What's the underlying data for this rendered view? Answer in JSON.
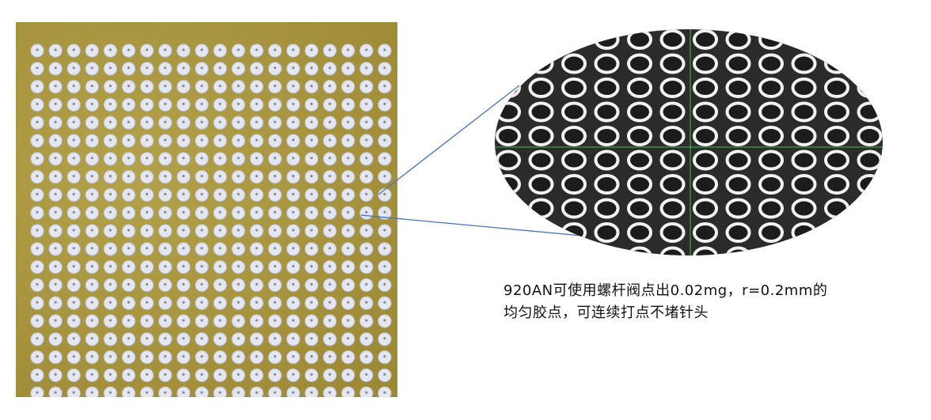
{
  "caption": {
    "line1": "920AN可使用螺杆阀点出0.02mg，r=0.2mm的",
    "line2": "均匀胶点，可连续打点不堵针头"
  },
  "board": {
    "rows": 20,
    "cols": 20,
    "substrate_color": "#a8963f",
    "dot_color": "#e4e6f0"
  },
  "magnified": {
    "rows": 10,
    "cols": 13,
    "background": "#2a2a2a",
    "ring_color": "#f2f2f2",
    "crosshair_color": "#3cc24a",
    "callout_color": "#4472c4"
  }
}
